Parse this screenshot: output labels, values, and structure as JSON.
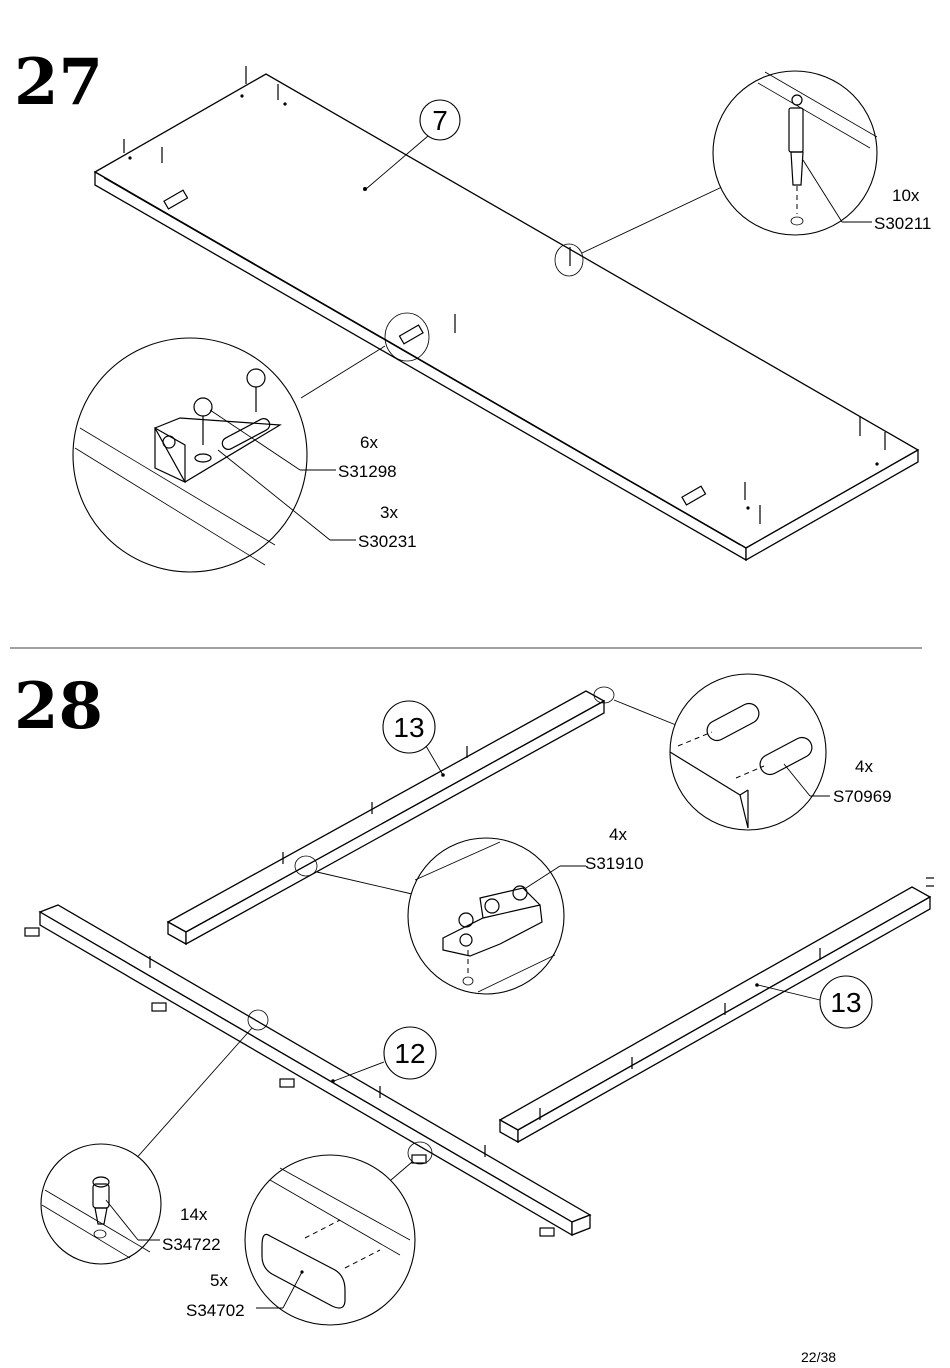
{
  "steps": [
    {
      "number": "27",
      "part_label": "7",
      "hardware": [
        {
          "qty": "10x",
          "code": "S30211"
        },
        {
          "qty": "6x",
          "code": "S31298"
        },
        {
          "qty": "3x",
          "code": "S30231"
        }
      ]
    },
    {
      "number": "28",
      "part_labels": [
        "13",
        "12",
        "13"
      ],
      "hardware": [
        {
          "qty": "4x",
          "code": "S70969"
        },
        {
          "qty": "4x",
          "code": "S31910"
        },
        {
          "qty": "14x",
          "code": "S34722"
        },
        {
          "qty": "5x",
          "code": "S34702"
        }
      ]
    }
  ],
  "page": "22/38"
}
